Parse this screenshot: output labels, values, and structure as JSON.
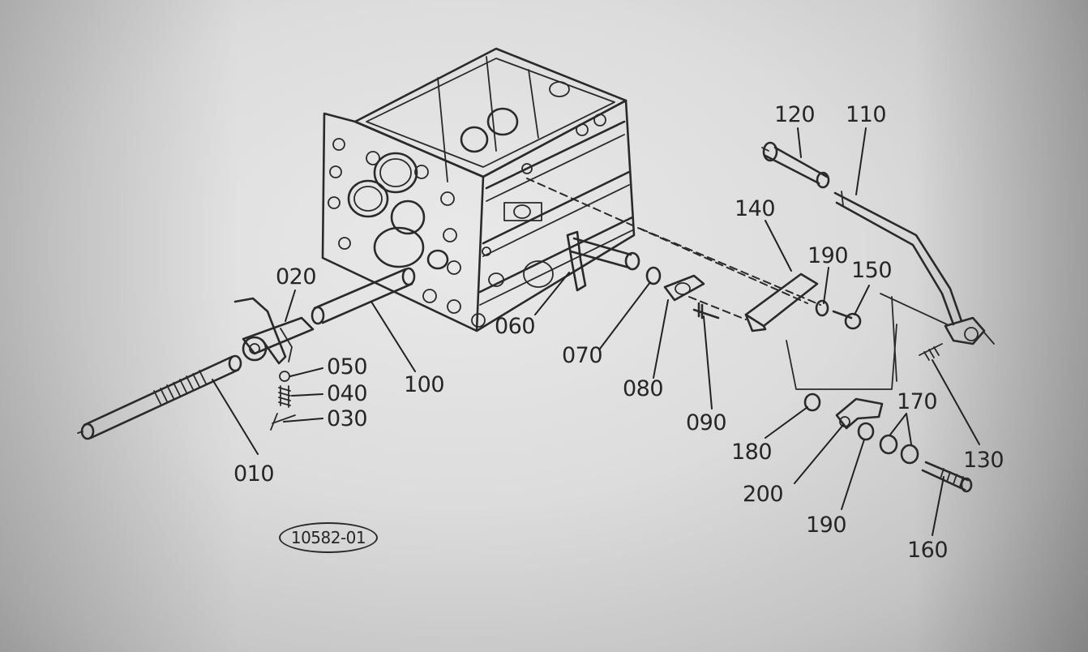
{
  "diagram": {
    "drawing_reference": "10582-01",
    "callouts": [
      {
        "id": "p120",
        "label": "120"
      },
      {
        "id": "p110",
        "label": "110"
      },
      {
        "id": "p140",
        "label": "140"
      },
      {
        "id": "p190a",
        "label": "190"
      },
      {
        "id": "p150",
        "label": "150"
      },
      {
        "id": "p020",
        "label": "020"
      },
      {
        "id": "p060",
        "label": "060"
      },
      {
        "id": "p070",
        "label": "070"
      },
      {
        "id": "p050",
        "label": "050"
      },
      {
        "id": "p040",
        "label": "040"
      },
      {
        "id": "p030",
        "label": "030"
      },
      {
        "id": "p100",
        "label": "100"
      },
      {
        "id": "p080",
        "label": "080"
      },
      {
        "id": "p090",
        "label": "090"
      },
      {
        "id": "p170",
        "label": "170"
      },
      {
        "id": "p180",
        "label": "180"
      },
      {
        "id": "p130",
        "label": "130"
      },
      {
        "id": "p200",
        "label": "200"
      },
      {
        "id": "p010",
        "label": "010"
      },
      {
        "id": "p190b",
        "label": "190"
      },
      {
        "id": "p160",
        "label": "160"
      }
    ]
  }
}
